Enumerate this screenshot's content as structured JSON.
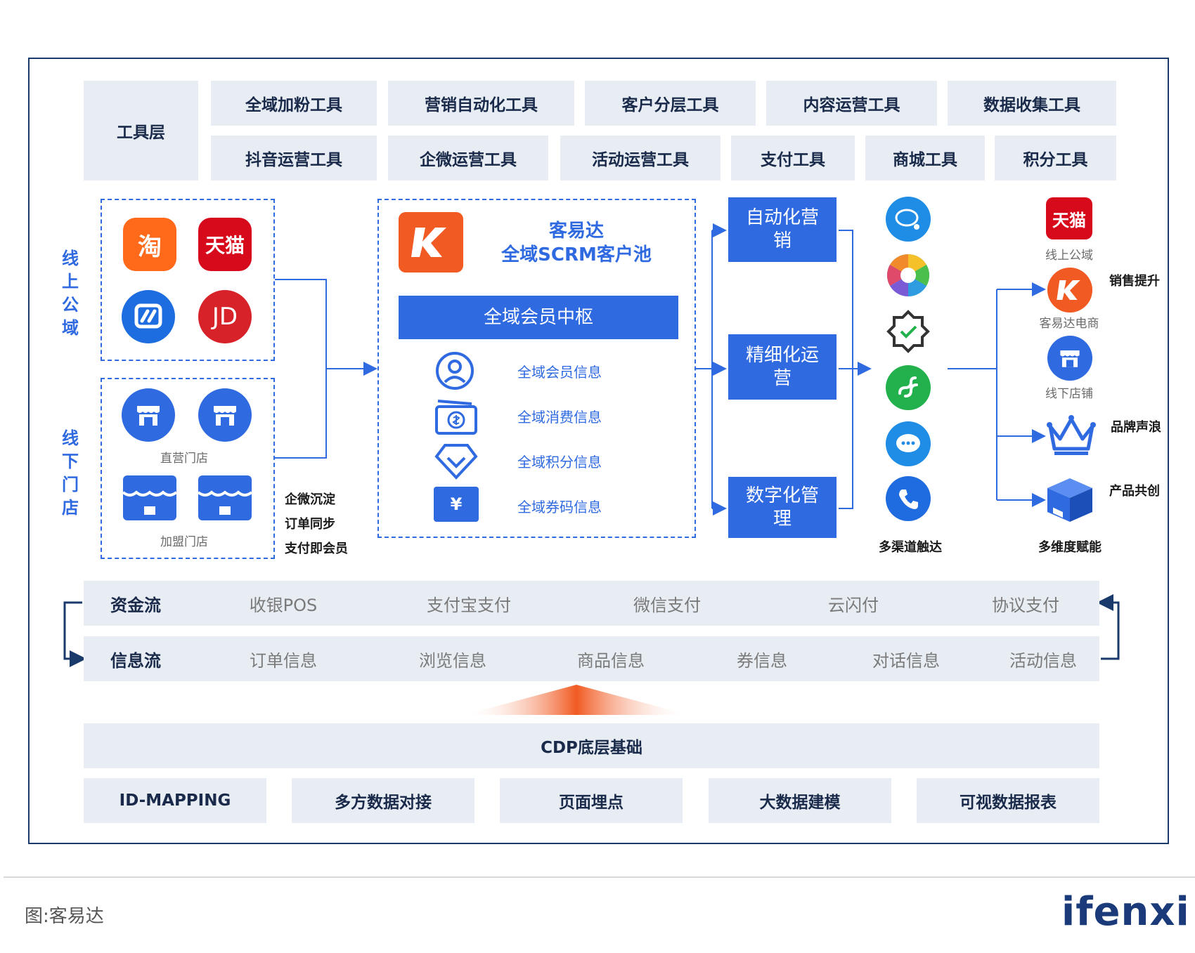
{
  "tool_layer": {
    "label": "工具层",
    "row1": [
      "全域加粉工具",
      "营销自动化工具",
      "客户分层工具",
      "内容运营工具",
      "数据收集工具"
    ],
    "row2": [
      "抖音运营工具",
      "企微运营工具",
      "活动运营工具",
      "支付工具",
      "商城工具",
      "积分工具"
    ]
  },
  "online": {
    "label": "线上公域",
    "apps": [
      "淘",
      "天猫",
      "JD"
    ]
  },
  "offline": {
    "label": "线下门店",
    "direct_label": "直营门店",
    "franchise_label": "加盟门店"
  },
  "offline_notes": [
    "企微沉淀",
    "订单同步",
    "支付即会员"
  ],
  "scrm": {
    "title_line1": "客易达",
    "title_line2": "全域SCRM客户池",
    "hub": "全域会员中枢",
    "items": [
      "全域会员信息",
      "全域消费信息",
      "全域积分信息",
      "全域券码信息"
    ],
    "yen": "¥"
  },
  "ops": [
    "自动化营销",
    "精细化运营",
    "数字化管理"
  ],
  "channels_label": "多渠道触达",
  "outputs": {
    "tmall_label": "线上公域",
    "tmall_text": "天猫",
    "kyd_label": "客易达电商",
    "store_label": "线下店铺",
    "sales_up": "销售提升",
    "brand": "品牌声浪",
    "product": "产品共创",
    "label": "多维度赋能"
  },
  "flows": {
    "money": {
      "label": "资金流",
      "items": [
        "收银POS",
        "支付宝支付",
        "微信支付",
        "云闪付",
        "协议支付"
      ]
    },
    "info": {
      "label": "信息流",
      "items": [
        "订单信息",
        "浏览信息",
        "商品信息",
        "券信息",
        "对话信息",
        "活动信息"
      ]
    }
  },
  "cdp": {
    "label": "CDP底层基础",
    "items": [
      "ID-MAPPING",
      "多方数据对接",
      "页面埋点",
      "大数据建模",
      "可视数据报表"
    ]
  },
  "footer": {
    "source": "图:客易达",
    "brand": "ifenxi"
  },
  "colors": {
    "primary_blue": "#2f6ae0",
    "frame": "#1a3a6b",
    "box_gray": "#e8edf4",
    "orange": "#f15a22",
    "tmall_red": "#d70a1c"
  }
}
